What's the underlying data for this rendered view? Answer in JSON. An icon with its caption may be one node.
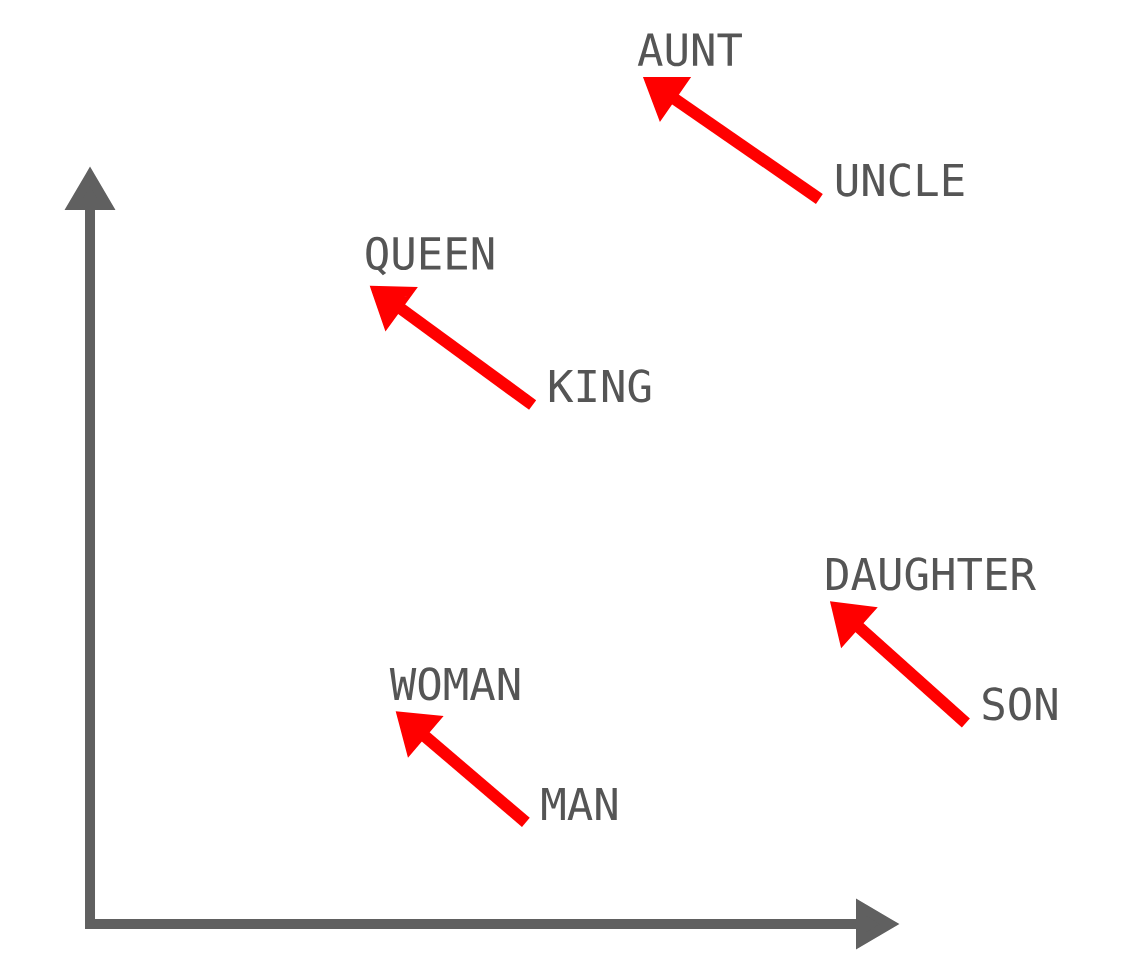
{
  "diagram": {
    "nodes": [
      {
        "text": [
          "AUNT"
        ]
      },
      {
        "text": [
          "UNCLE"
        ]
      },
      {
        "text": [
          "QUEEN"
        ]
      },
      {
        "text": [
          "KING"
        ]
      },
      {
        "text": [
          "DAUGHTER"
        ]
      },
      {
        "text": [
          "SON"
        ]
      },
      {
        "text": [
          "WOMAN"
        ]
      },
      {
        "text": [
          "MAN"
        ]
      }
    ],
    "edges": [
      {
        "from": 1,
        "to": 0,
        "arrow": "to"
      },
      {
        "from": 3,
        "to": 2,
        "arrow": "to"
      },
      {
        "from": 5,
        "to": 4,
        "arrow": "to"
      },
      {
        "from": 7,
        "to": 6,
        "arrow": "to"
      }
    ]
  }
}
